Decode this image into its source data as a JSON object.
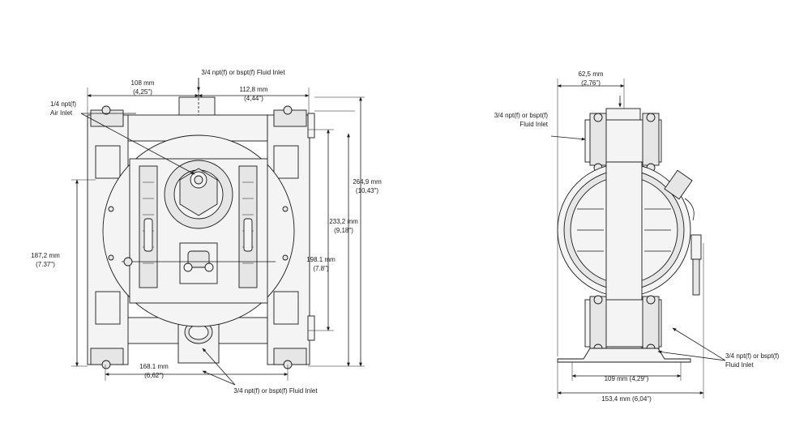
{
  "front_view": {
    "dim_top_left": {
      "mm": "108 mm",
      "in": "(4,25\")"
    },
    "dim_top_right": {
      "mm": "112,8 mm",
      "in": "(4,44\")"
    },
    "dim_left": {
      "mm": "187,2 mm",
      "in": "(7.37\")"
    },
    "dim_bottom": {
      "mm": "168.1 mm",
      "in": "(6,62\")"
    },
    "dim_inner_right": {
      "mm": "198.1 mm",
      "in": "(7.8\")"
    },
    "dim_mid_right": {
      "mm": "233,2 mm",
      "in": "(9,18\")"
    },
    "dim_outer_right": {
      "mm": "264,9 mm",
      "in": "(10,43\")"
    },
    "callout_top": "3/4 npt(f) or bspt(f) Fluid Inlet",
    "callout_air": {
      "line1": "1/4 npt(f)",
      "line2": "Air Inlet"
    },
    "callout_bottom": "3/4 npt(f) or bspt(f) Fluid Inlet"
  },
  "side_view": {
    "dim_top": {
      "mm": "62,5 mm",
      "in": "(2,76\")"
    },
    "dim_base_inner": "109 mm (4,29\")",
    "dim_base_outer": "153,4 mm (6,04\")",
    "callout_left": {
      "line1": "3/4 npt(f) or bspt(f)",
      "line2": "Fluid Inlet"
    },
    "callout_right": {
      "line1": "3/4 npt(f) or bspt(f)",
      "line2": "Fluid Inlet"
    }
  }
}
